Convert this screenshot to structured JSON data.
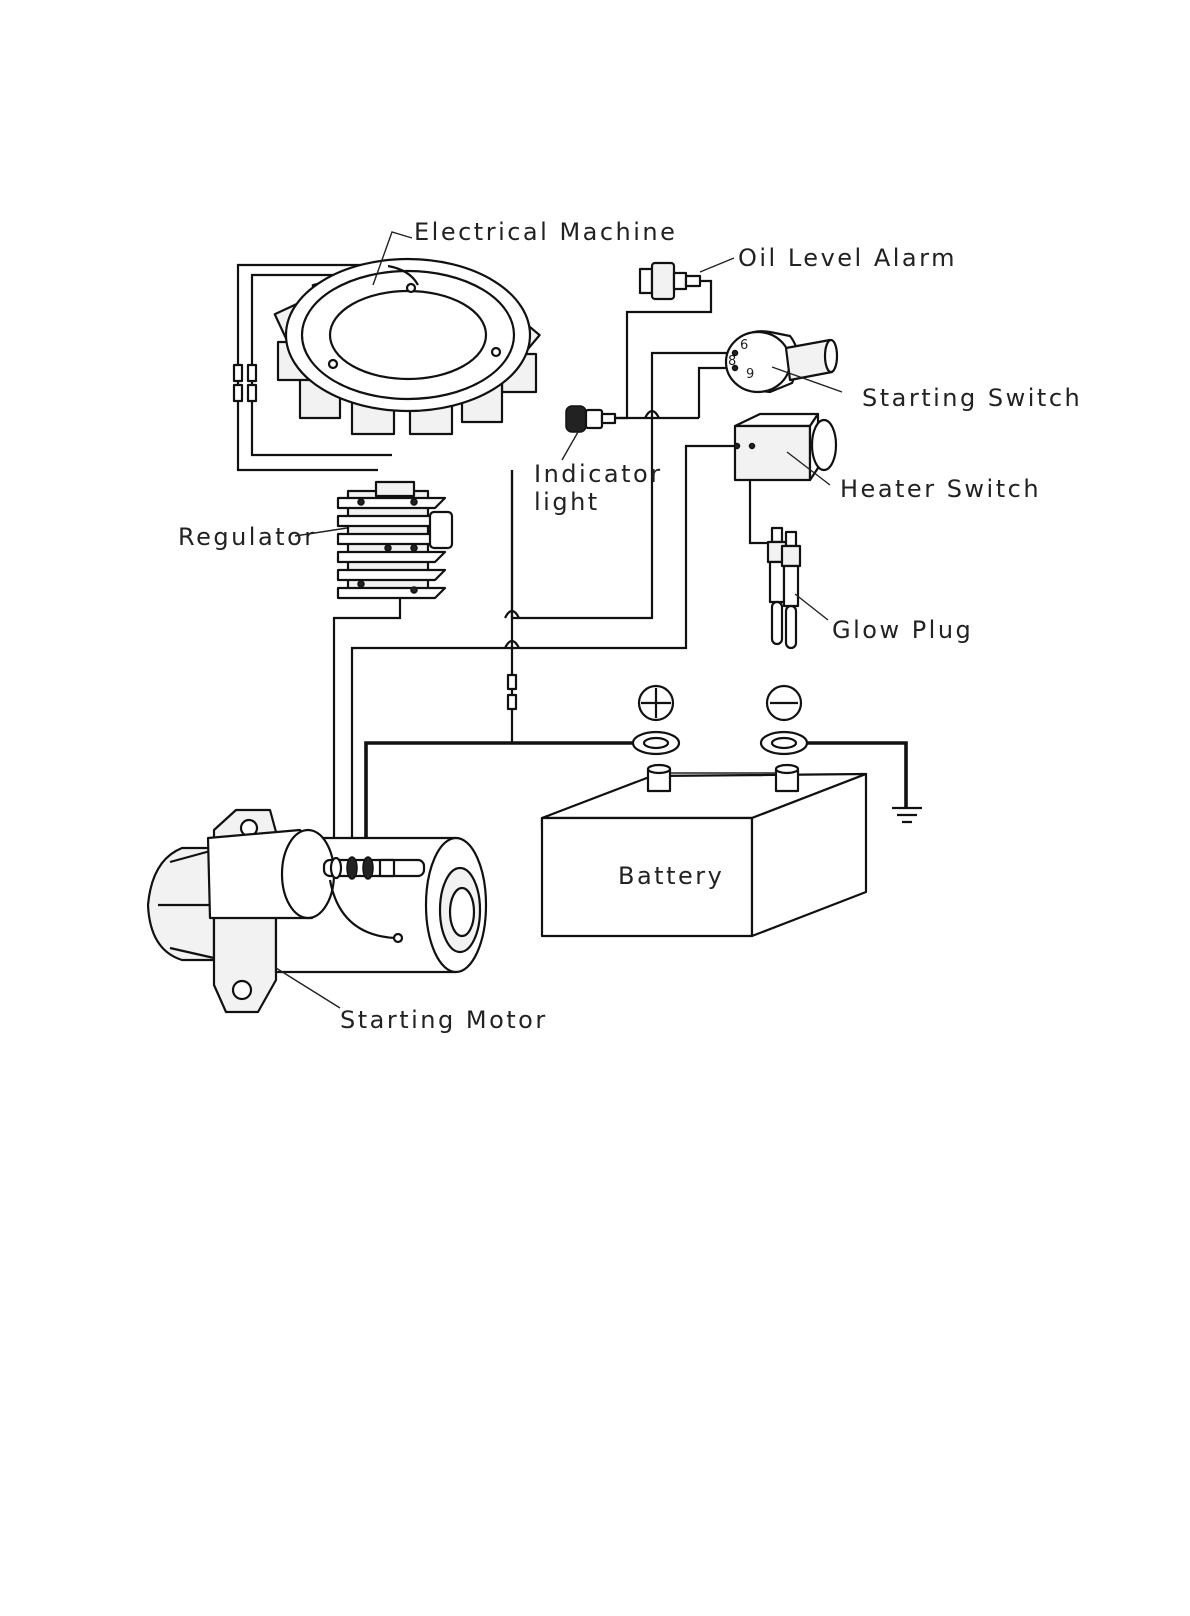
{
  "labels": {
    "electrical_machine": "Electrical Machine",
    "oil_level_alarm": "Oil Level Alarm",
    "starting_switch": "Starting Switch",
    "indicator_light_line1": "Indicator",
    "indicator_light_line2": "light",
    "heater_switch": "Heater Switch",
    "regulator": "Regulator",
    "glow_plug": "Glow Plug",
    "battery": "Battery",
    "starting_motor": "Starting Motor"
  },
  "terminals": {
    "positive_symbol": "+",
    "negative_symbol": "−"
  },
  "switch_terminals": [
    "6",
    "8",
    "9"
  ]
}
